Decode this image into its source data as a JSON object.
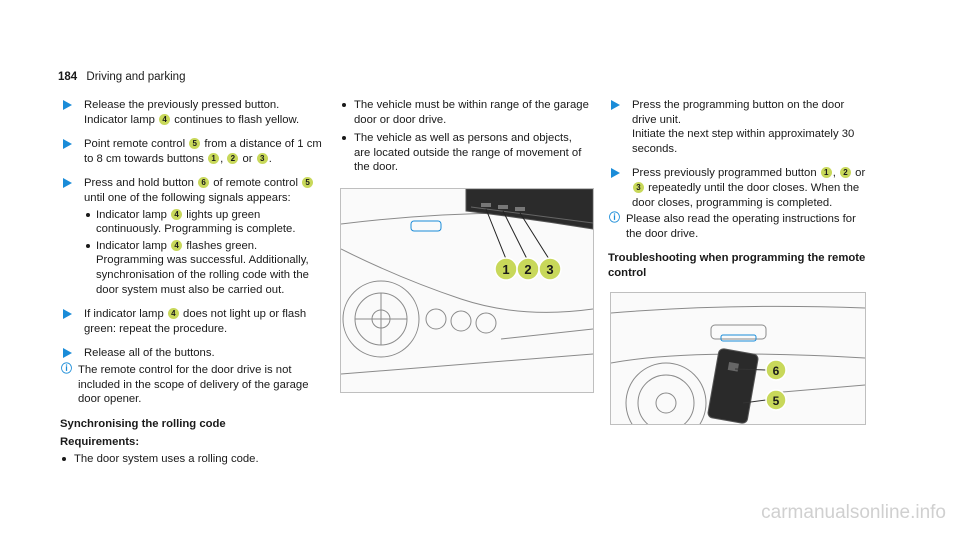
{
  "header": {
    "page_number": "184",
    "section": "Driving and parking"
  },
  "col1": {
    "step1": {
      "a": "Release the previously pressed button.",
      "b": "Indicator lamp",
      "b_num": "4",
      "c": "continues to flash yellow."
    },
    "step2": {
      "a": "Point remote control",
      "a_num": "5",
      "b": "from a distance of 1 cm to 8 cm towards buttons",
      "n1": "1",
      "n2": "2",
      "n3": "3",
      "or": "or",
      "comma": ",",
      "end": "."
    },
    "step3": {
      "a": "Press and hold button",
      "a_num": "6",
      "b": "of remote control",
      "b_num": "5",
      "c": "until one of the following signals appears:"
    },
    "sub1": {
      "a": "Indicator lamp",
      "num": "4",
      "b": "lights up green continuously. Programming is complete."
    },
    "sub2": {
      "a": "Indicator lamp",
      "num": "4",
      "b": "flashes green. Programming was successful. Additionally, synchronisation of the rolling code with the door system must also be carried out."
    },
    "step4": {
      "a": "If indicator lamp",
      "num": "4",
      "b": "does not light up or flash green: repeat the procedure."
    },
    "step5": "Release all of the buttons.",
    "note": "The remote control for the door drive is not included in the scope of delivery of the garage door opener.",
    "heading": "Synchronising the rolling code",
    "requirements": "Requirements:",
    "req1": "The door system uses a rolling code."
  },
  "col2": {
    "bullet1": "The vehicle must be within range of the garage door or door drive.",
    "bullet2": "The vehicle as well as persons and objects, are located outside the range of movement of the door.",
    "figure_callouts": [
      "1",
      "2",
      "3"
    ]
  },
  "col3": {
    "step1a": "Press the programming button on the door drive unit.",
    "step1b": "Initiate the next step within approximately 30 seconds.",
    "step2": {
      "a": "Press previously programmed button",
      "n1": "1",
      "n2": "2",
      "or": "or",
      "n3": "3",
      "b": "repeatedly until the door closes. When the door closes, programming is completed.",
      "comma": ","
    },
    "note": "Please also read the operating instructions for the door drive.",
    "heading": "Troubleshooting when programming the remote control",
    "figure_callouts": [
      "6",
      "5"
    ]
  },
  "footer": "carmanualsonline.info",
  "colors": {
    "accent_blue": "#1a8cd8",
    "callout_green": "#c8d85a"
  },
  "icons": {
    "step": "arrow-right-icon",
    "note": "info-icon"
  }
}
